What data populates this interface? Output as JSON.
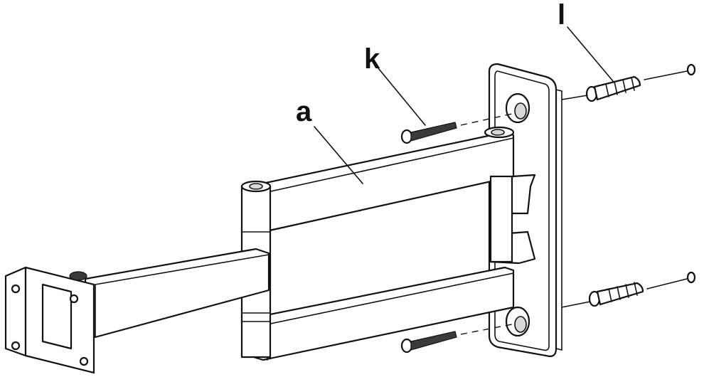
{
  "figure": {
    "labels": {
      "arm": "a",
      "screw": "k",
      "anchor": "l"
    }
  },
  "colors": {
    "line": "#111111",
    "fill": "#ffffff",
    "shade": "#d9d9d9"
  }
}
